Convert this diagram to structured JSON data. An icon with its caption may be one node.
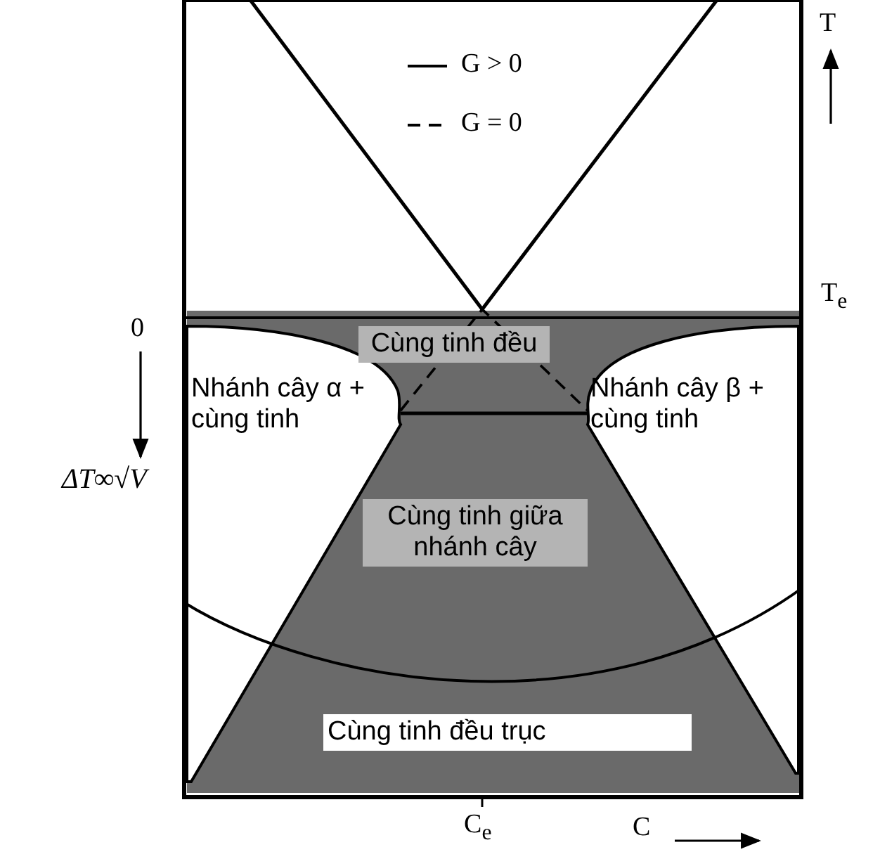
{
  "diagram": {
    "labels": [
      "T",
      "0",
      "T$_{e}$",
      "Cùng tinh đều",
      "Nhánh cây α + cùng tinh",
      "Nhánh cây β + cùng tinh",
      "ΔT∞√V",
      "Cùng tinh giữa nhánh cây",
      "Cùng tinh đều trục",
      "C$_{e}$",
      "C"
    ],
    "legend": [
      {
        "text": "G > 0"
      },
      {
        "text": "G = 0"
      }
    ]
  }
}
